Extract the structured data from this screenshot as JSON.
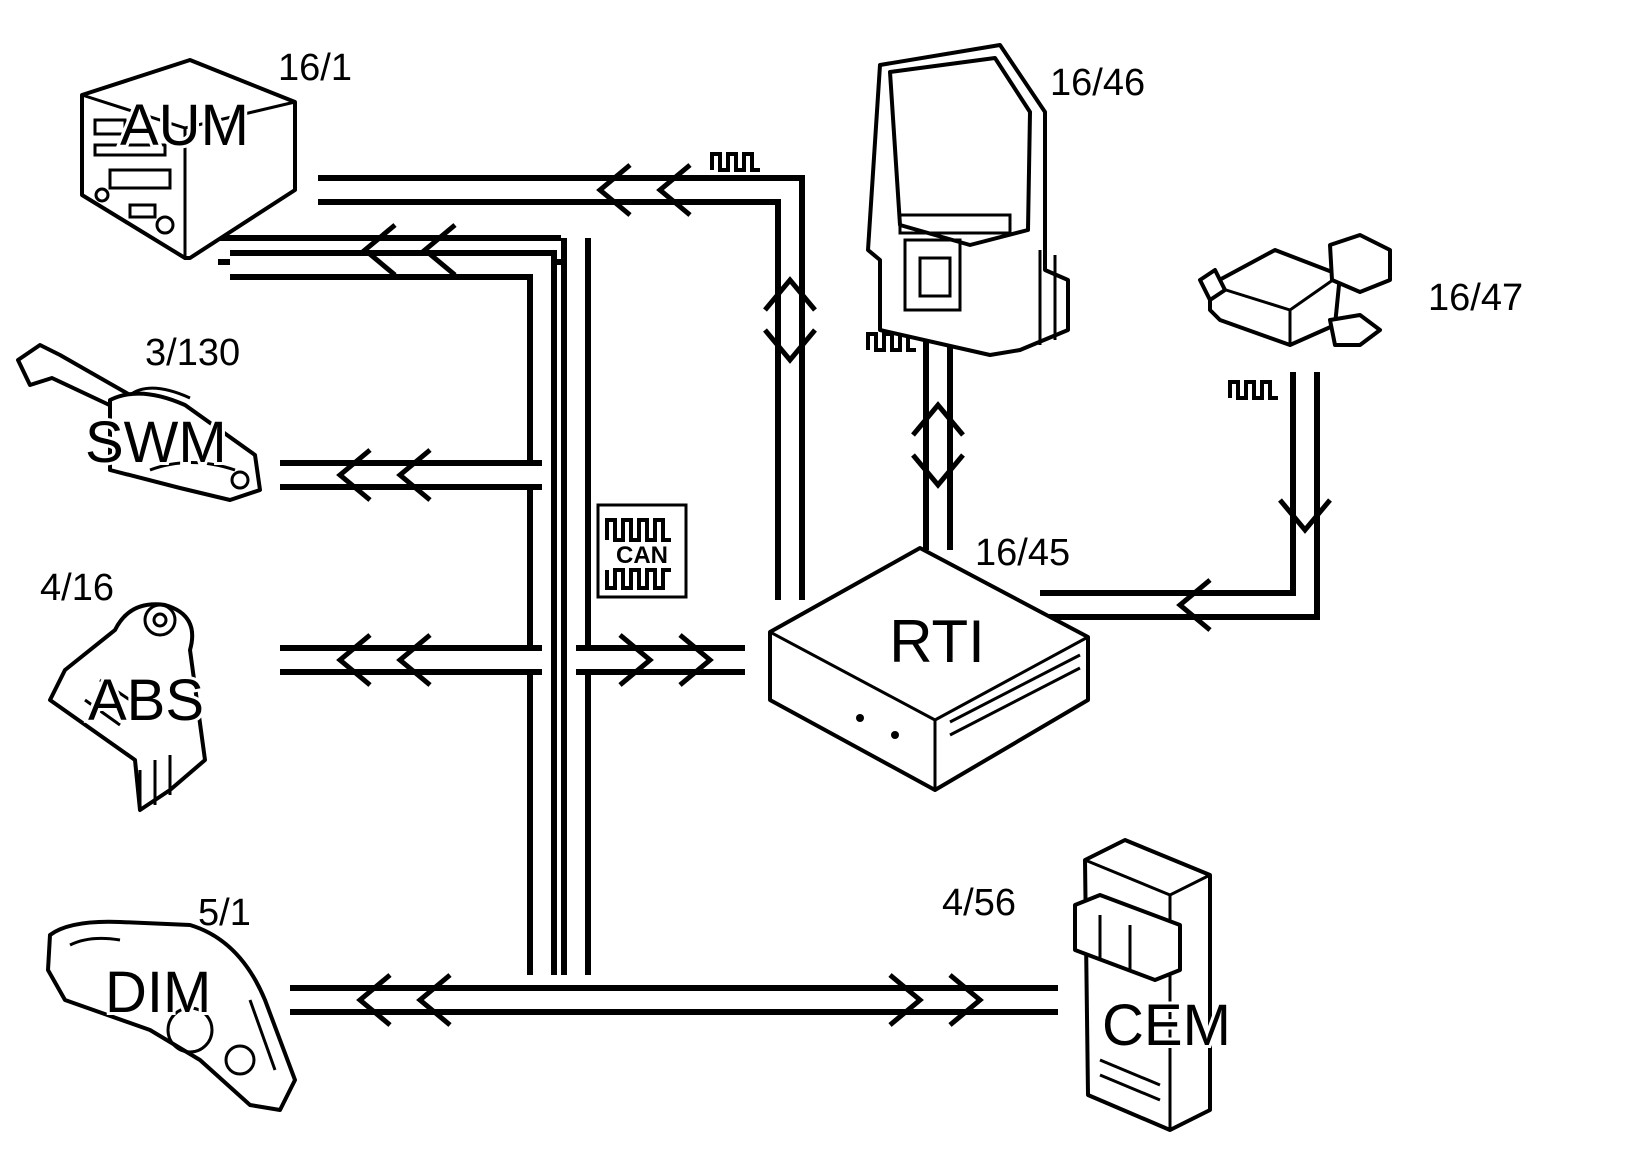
{
  "components": {
    "aum": {
      "code": "16/1",
      "name": "AUM"
    },
    "swm": {
      "code": "3/130",
      "name": "SWM"
    },
    "abs": {
      "code": "4/16",
      "name": "ABS"
    },
    "dim": {
      "code": "5/1",
      "name": "DIM"
    },
    "navdisplay": {
      "code": "16/46"
    },
    "gps": {
      "code": "16/47"
    },
    "rti": {
      "code": "16/45",
      "name": "RTI"
    },
    "cem": {
      "code": "4/56",
      "name": "CEM"
    }
  },
  "can_label": "CAN"
}
